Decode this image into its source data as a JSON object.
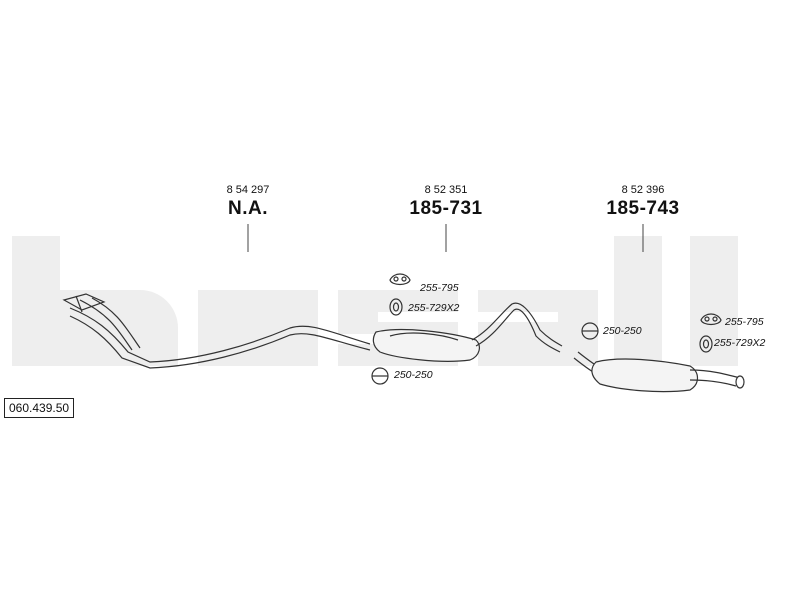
{
  "diagram_ref": "060.439.50",
  "brand_watermark": "bosal",
  "parts": [
    {
      "oe_number": "8 54 297",
      "part_number": "N.A."
    },
    {
      "oe_number": "8 52 351",
      "part_number": "185-731"
    },
    {
      "oe_number": "8 52 396",
      "part_number": "185-743"
    }
  ],
  "accessories": {
    "mid_hanger": "255-795",
    "mid_rubber": "255-729X2",
    "mid_clamp": "250-250",
    "rear_clamp": "250-250",
    "rear_hanger": "255-795",
    "rear_rubber": "255-729X2"
  },
  "colors": {
    "watermark": "#eeeeee",
    "line": "#333333",
    "pipe_fill": "#f4f4f4"
  }
}
